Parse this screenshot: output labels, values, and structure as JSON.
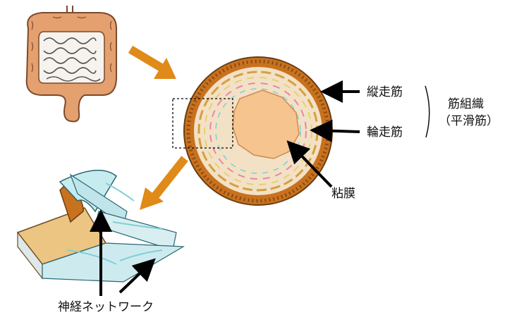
{
  "labels": {
    "longitudinal_muscle": "縦走筋",
    "circular_muscle": "輪走筋",
    "muscle_tissue_line1": "筋組織",
    "muscle_tissue_line2": "（平滑筋）",
    "mucosa": "粘膜",
    "nerve_network": "神経ネットワーク"
  },
  "colors": {
    "intestine": "#e5a070",
    "intestine_outline": "#7a4a2a",
    "small_intestine": "#f6f3ee",
    "flow_arrow": "#e08a1a",
    "outer_ring": "#c8721e",
    "muscle_layer": "#f3e1c6",
    "lumen": "#f5c48f",
    "mucosa_lines": "#e58aa0",
    "nerve": "#7fcfd8",
    "pointer_arrow": "#000000"
  },
  "icons": [
    "intestine-illustration",
    "cross-section-illustration",
    "tissue-layer-illustration"
  ]
}
